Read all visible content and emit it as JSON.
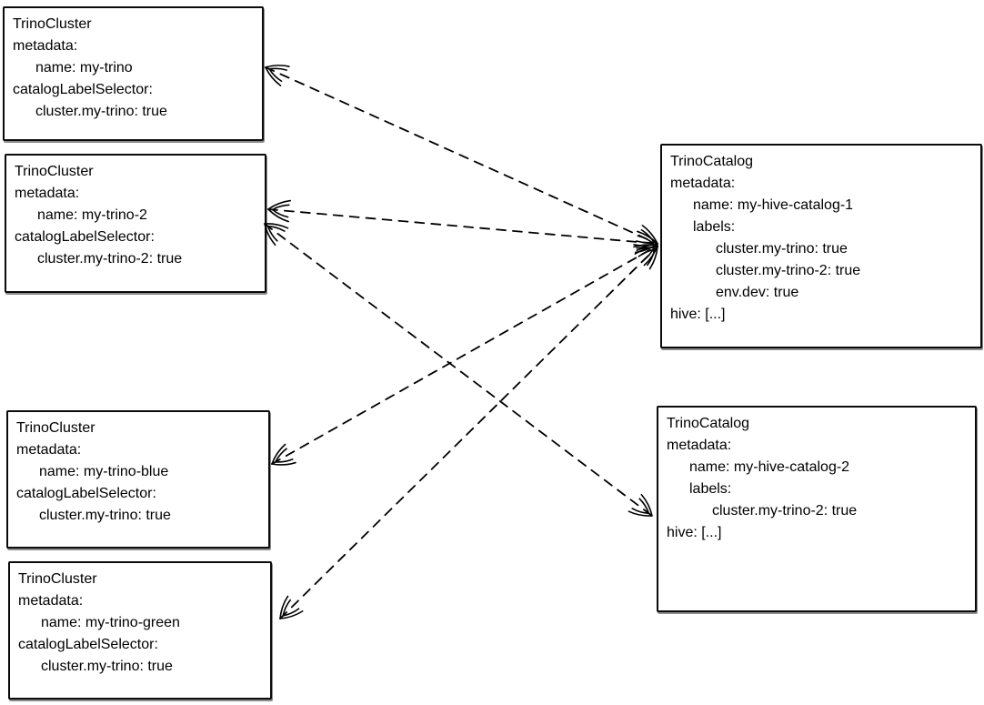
{
  "diagram": {
    "colors": {
      "stroke": "#000000",
      "box_border": "#0b0b0b",
      "box_fill": "#ffffff",
      "background": "#ffffff"
    },
    "boxes": [
      {
        "id": "my-trino",
        "kind": "TrinoCluster",
        "lines": [
          {
            "text": "TrinoCluster",
            "indent": 0
          },
          {
            "text": "metadata:",
            "indent": 0
          },
          {
            "text": "name: my-trino",
            "indent": 1
          },
          {
            "text": "catalogLabelSelector:",
            "indent": 0
          },
          {
            "text": "cluster.my-trino: true",
            "indent": 1
          }
        ]
      },
      {
        "id": "my-trino-2",
        "kind": "TrinoCluster",
        "lines": [
          {
            "text": "TrinoCluster",
            "indent": 0
          },
          {
            "text": "metadata:",
            "indent": 0
          },
          {
            "text": "name: my-trino-2",
            "indent": 1
          },
          {
            "text": "catalogLabelSelector:",
            "indent": 0
          },
          {
            "text": "cluster.my-trino-2: true",
            "indent": 1
          }
        ]
      },
      {
        "id": "my-trino-blue",
        "kind": "TrinoCluster",
        "lines": [
          {
            "text": "TrinoCluster",
            "indent": 0
          },
          {
            "text": "metadata:",
            "indent": 0
          },
          {
            "text": "name: my-trino-blue",
            "indent": 1
          },
          {
            "text": "catalogLabelSelector:",
            "indent": 0
          },
          {
            "text": "cluster.my-trino: true",
            "indent": 1
          }
        ]
      },
      {
        "id": "my-trino-green",
        "kind": "TrinoCluster",
        "lines": [
          {
            "text": "TrinoCluster",
            "indent": 0
          },
          {
            "text": "metadata:",
            "indent": 0
          },
          {
            "text": "name: my-trino-green",
            "indent": 1
          },
          {
            "text": "catalogLabelSelector:",
            "indent": 0
          },
          {
            "text": "cluster.my-trino: true",
            "indent": 1
          }
        ]
      },
      {
        "id": "my-hive-catalog-1",
        "kind": "TrinoCatalog",
        "lines": [
          {
            "text": "TrinoCatalog",
            "indent": 0
          },
          {
            "text": "metadata:",
            "indent": 0
          },
          {
            "text": "name: my-hive-catalog-1",
            "indent": 1
          },
          {
            "text": "labels:",
            "indent": 1
          },
          {
            "text": "cluster.my-trino: true",
            "indent": 2
          },
          {
            "text": "cluster.my-trino-2: true",
            "indent": 2
          },
          {
            "text": "env.dev: true",
            "indent": 2
          },
          {
            "text": "hive: [...]",
            "indent": 0
          }
        ]
      },
      {
        "id": "my-hive-catalog-2",
        "kind": "TrinoCatalog",
        "lines": [
          {
            "text": "TrinoCatalog",
            "indent": 0
          },
          {
            "text": "metadata:",
            "indent": 0
          },
          {
            "text": "name: my-hive-catalog-2",
            "indent": 1
          },
          {
            "text": "labels:",
            "indent": 1
          },
          {
            "text": "cluster.my-trino-2: true",
            "indent": 2
          },
          {
            "text": "hive: [...]",
            "indent": 0
          }
        ]
      }
    ],
    "edges": [
      {
        "from": "my-hive-catalog-1",
        "to": "my-trino",
        "style": "dashed",
        "bidirectional": true
      },
      {
        "from": "my-hive-catalog-1",
        "to": "my-trino-2",
        "style": "dashed",
        "bidirectional": true
      },
      {
        "from": "my-hive-catalog-1",
        "to": "my-trino-blue",
        "style": "dashed",
        "bidirectional": true
      },
      {
        "from": "my-hive-catalog-1",
        "to": "my-trino-green",
        "style": "dashed",
        "bidirectional": true
      },
      {
        "from": "my-hive-catalog-2",
        "to": "my-trino-2",
        "style": "dashed",
        "bidirectional": true
      }
    ]
  }
}
